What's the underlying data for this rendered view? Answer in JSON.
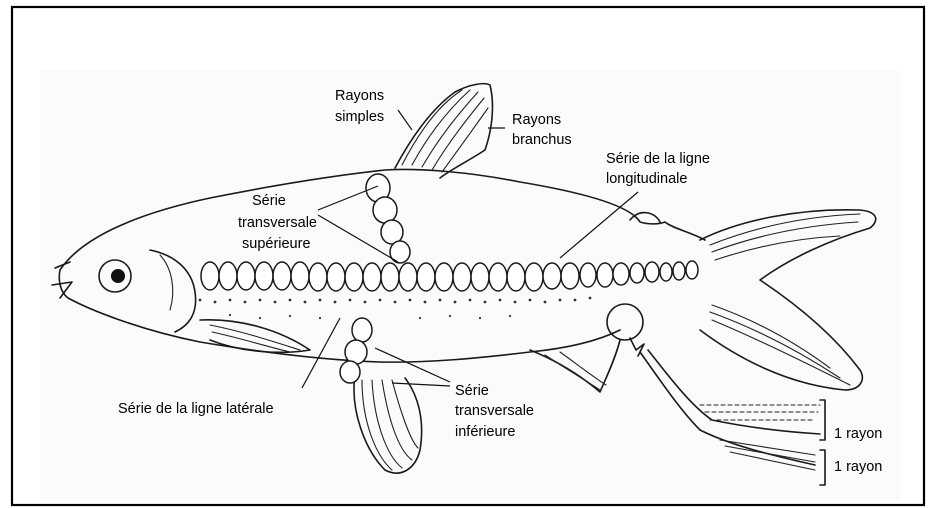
{
  "labels": {
    "rayons_simples_1": "Rayons",
    "rayons_simples_2": "simples",
    "rayons_branchus_1": "Rayons",
    "rayons_branchus_2": "branchus",
    "ligne_longitudinale_1": "Série de la ligne",
    "ligne_longitudinale_2": "longitudinale",
    "transv_sup_1": "Série",
    "transv_sup_2": "transversale",
    "transv_sup_3": "supérieure",
    "ligne_laterale": "Série de la ligne latérale",
    "transv_inf_1": "Série",
    "transv_inf_2": "transversale",
    "transv_inf_3": "inférieure",
    "rayon_1": "1 rayon",
    "rayon_2": "1 rayon"
  },
  "colors": {
    "ink": "#1a1a1a",
    "paper": "#ffffff"
  }
}
